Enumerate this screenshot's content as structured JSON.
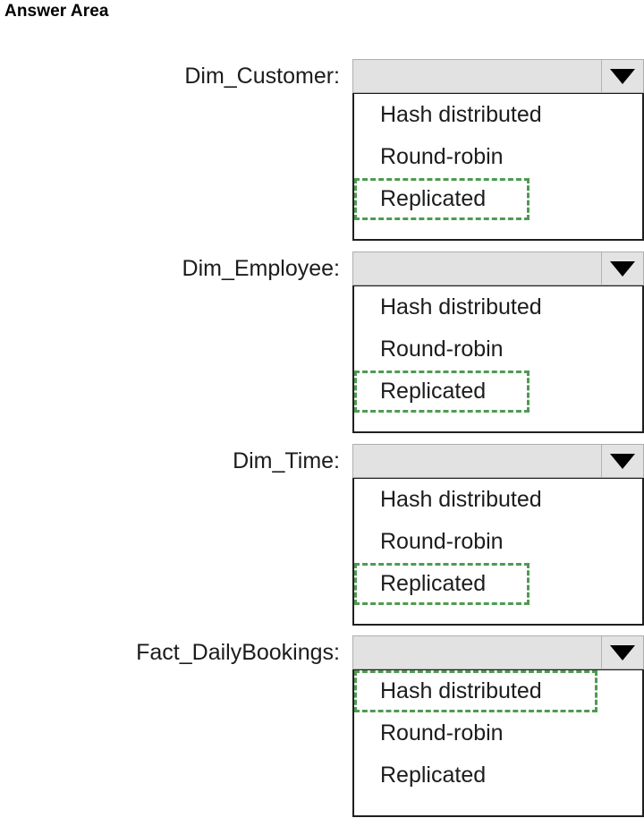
{
  "page": {
    "title": "Answer Area"
  },
  "options_master": [
    "Hash distributed",
    "Round-robin",
    "Replicated"
  ],
  "colors": {
    "selection_outline": "#4f9a52",
    "combo_fill": "#e2e2e2",
    "panel_border": "#1f1f1f",
    "text": "#1c1c1c"
  },
  "groups": [
    {
      "label": "Dim_Customer:",
      "combo_value": "",
      "expanded": true,
      "selected_option": "Replicated",
      "options": [
        {
          "label": "Hash distributed",
          "selected": false
        },
        {
          "label": "Round-robin",
          "selected": false
        },
        {
          "label": "Replicated",
          "selected": true
        }
      ]
    },
    {
      "label": "Dim_Employee:",
      "combo_value": "",
      "expanded": true,
      "selected_option": "Replicated",
      "options": [
        {
          "label": "Hash distributed",
          "selected": false
        },
        {
          "label": "Round-robin",
          "selected": false
        },
        {
          "label": "Replicated",
          "selected": true
        }
      ]
    },
    {
      "label": "Dim_Time:",
      "combo_value": "",
      "expanded": true,
      "selected_option": "Replicated",
      "options": [
        {
          "label": "Hash distributed",
          "selected": false
        },
        {
          "label": "Round-robin",
          "selected": false
        },
        {
          "label": "Replicated",
          "selected": true
        }
      ]
    },
    {
      "label": "Fact_DailyBookings:",
      "combo_value": "",
      "expanded": true,
      "selected_option": "Hash distributed",
      "options": [
        {
          "label": "Hash distributed",
          "selected": true
        },
        {
          "label": "Round-robin",
          "selected": false
        },
        {
          "label": "Replicated",
          "selected": false
        }
      ]
    }
  ],
  "layout": {
    "group_tops": [
      66,
      281,
      496,
      710
    ],
    "list_heights": [
      165,
      165,
      165,
      165
    ]
  },
  "icons": {
    "dropdown_arrow": "chevron-down-icon"
  }
}
